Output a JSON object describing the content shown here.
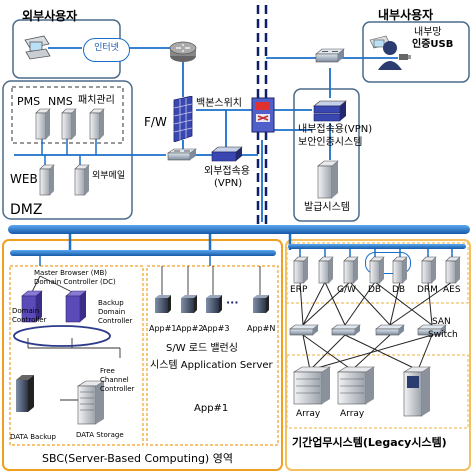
{
  "external_user": {
    "title": "외부사용자",
    "internet": "인터넷"
  },
  "internal_user": {
    "title": "내부사용자",
    "usb_label_1": "내부망",
    "usb_label_2": "인증USB"
  },
  "core": {
    "backbone_switch": "백본스위치",
    "firewall": "F/W"
  },
  "dmz": {
    "title": "DMZ",
    "servers": {
      "pms": "PMS",
      "nms": "NMS",
      "patch": "패치관리"
    },
    "web": "WEB",
    "external_mail": "외부메일",
    "vpn_1": "외부접속용",
    "vpn_2": "(VPN)"
  },
  "internal": {
    "vpn_auth_1": "내부접속용(VPN)",
    "vpn_auth_2": "보안인증시스템",
    "issuance": "발급시스템"
  },
  "sbc": {
    "title": "SBC(Server-Based Computing) 영역",
    "master_browser_1": "Master Browser (MB)",
    "master_browser_2": "Domain Controller (DC)",
    "domain_controller_1": "Domain",
    "domain_controller_2": "Controller",
    "backup_dc_1": "Backup",
    "backup_dc_2": "Domain",
    "backup_dc_3": "Controller",
    "free_channel_1": "Free",
    "free_channel_2": "Channel",
    "free_channel_3": "Controller",
    "data_backup": "DATA Backup",
    "data_storage": "DATA Storage",
    "apps": [
      "App#1",
      "App#2",
      "App#3",
      "App#N"
    ],
    "dots": "···",
    "lb_1": "S/W 로드 밸런싱",
    "lb_2": "시스템 Application Server",
    "app_bottom": "App#1"
  },
  "legacy": {
    "title": "기간업무시스템(Legacy시스템)",
    "systems": [
      "ERP",
      "G/W",
      "DB",
      "DB",
      "DRM",
      "AES"
    ],
    "san_1": "SAN",
    "san_2": "Switch",
    "arrays": [
      "Array",
      "Array"
    ]
  },
  "colors": {
    "frame": "#4a6a8a",
    "backbone": "#1a6fc9",
    "switch": "#8fa0b4",
    "firewall": "#3a47b0",
    "server": "#c8ccd2",
    "sbc_border": "#f0a020",
    "legacy_border": "#f2c060"
  }
}
